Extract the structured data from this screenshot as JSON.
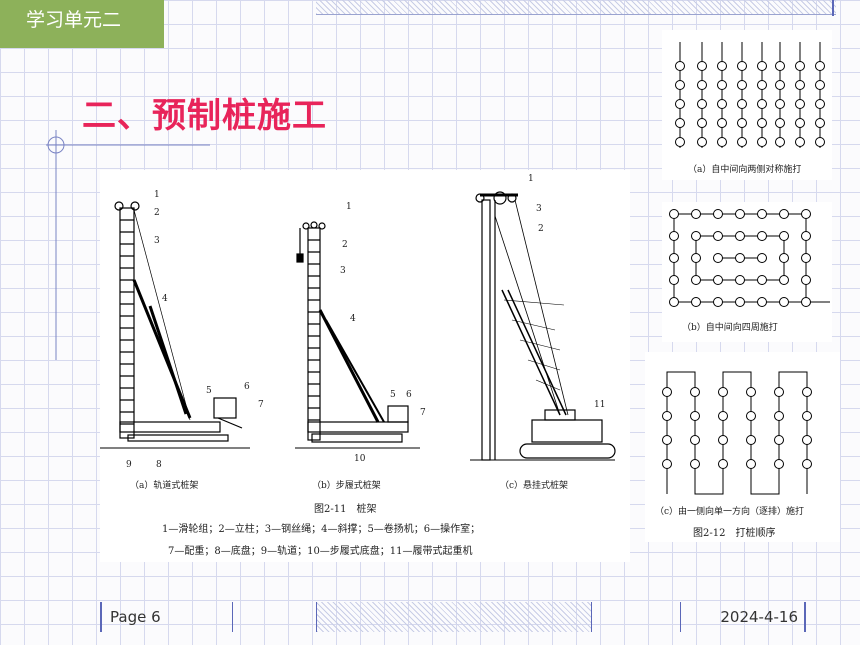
{
  "header": {
    "tag": "学习单元二"
  },
  "main": {
    "title": "二、预制桩施工"
  },
  "figure_211": {
    "captions": {
      "a": "（a）轨道式桩架",
      "b": "（b）步履式桩架",
      "c": "（c）悬挂式桩架"
    },
    "figure_label": "图2-11　桩架",
    "legend_line1": "1—滑轮组；2—立柱；3—钢丝绳；4—斜撑；5—卷扬机；6—操作室；",
    "legend_line2": "7—配重；8—底盘；9—轨道；10—步履式底盘；11—履带式起重机",
    "callouts_a": [
      "1",
      "2",
      "3",
      "4",
      "5",
      "6",
      "7",
      "8",
      "9"
    ],
    "callouts_b": [
      "1",
      "2",
      "3",
      "4",
      "5",
      "6",
      "7",
      "10"
    ],
    "callouts_c": [
      "1",
      "2",
      "3",
      "11"
    ]
  },
  "figure_212": {
    "caption_a": "（a）自中间向两侧对称施打",
    "caption_b": "（b）自中间向四周施打",
    "caption_c": "（c）由一侧向单一方向（逐排）施打",
    "figure_label": "图2-12　打桩顺序"
  },
  "footer": {
    "page": "Page 6",
    "date": "2024-4-16"
  }
}
